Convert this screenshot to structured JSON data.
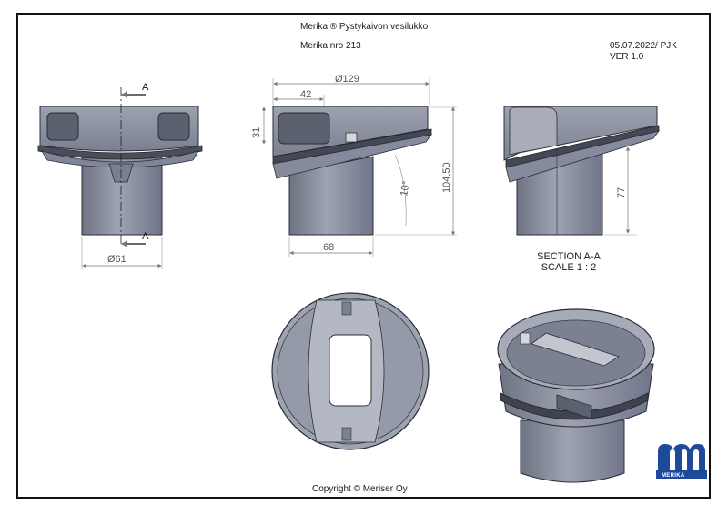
{
  "header": {
    "title": "Merika ® Pystykaivon vesilukko",
    "number": "Merika nro  213",
    "date": "05.07.2022/ PJK",
    "version": "VER 1.0"
  },
  "dimensions": {
    "dia129": "Ø129",
    "d42": "42",
    "d31": "31",
    "d104": "104,50",
    "angle": "10°",
    "d68": "68",
    "dia61": "Ø61",
    "d77": "77"
  },
  "section_marker": "A",
  "section": {
    "line1": "SECTION A-A",
    "line2": "SCALE 1 : 2"
  },
  "logo": {
    "text": "MERIKA"
  },
  "footer": {
    "copyright": "Copyright © Meriser Oy"
  },
  "colors": {
    "body": "#8a8f9e",
    "body_dark": "#5f6473",
    "outline": "#2b2d36",
    "dimension": "#777777"
  }
}
